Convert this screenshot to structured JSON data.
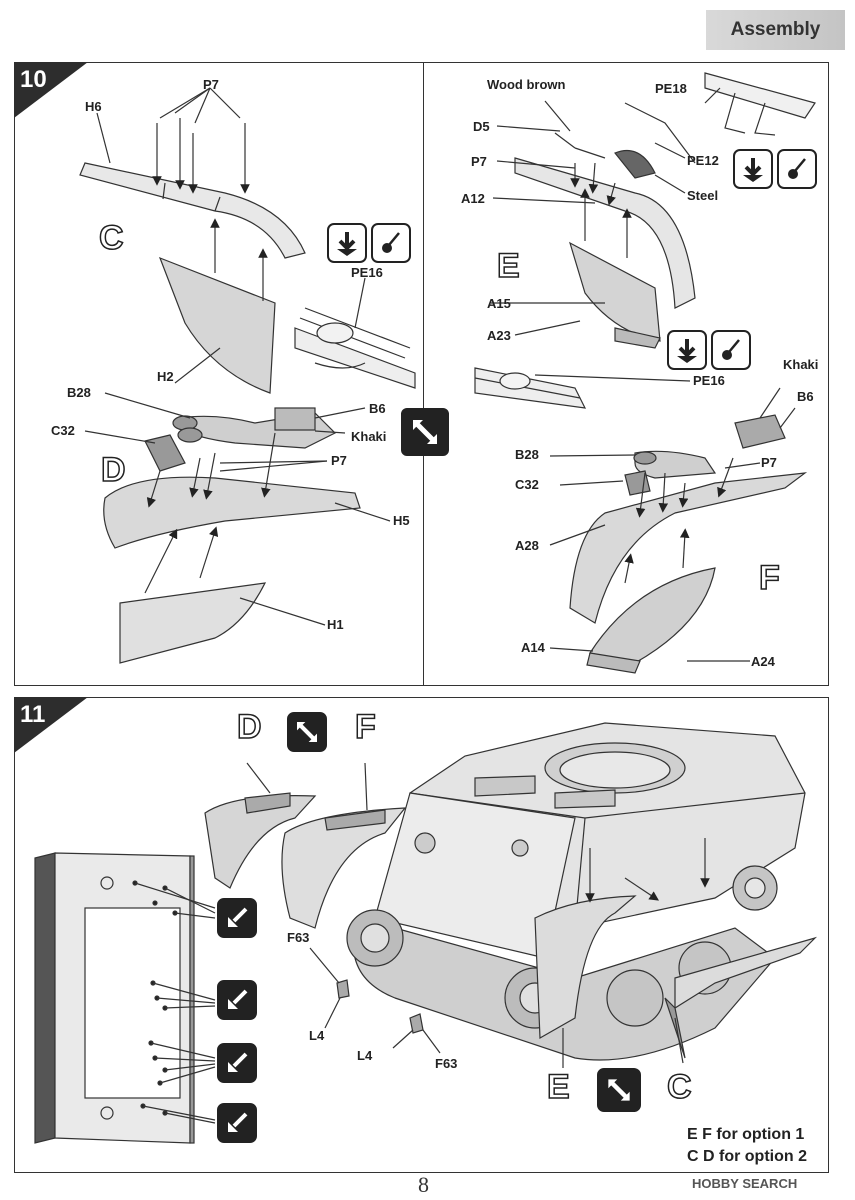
{
  "header": {
    "title": "Assembly"
  },
  "step10": {
    "number": "10",
    "left": {
      "labels": {
        "p7_top": "P7",
        "h6": "H6",
        "c": "C",
        "pe16": "PE16",
        "h2": "H2",
        "b28": "B28",
        "b6": "B6",
        "khaki": "Khaki",
        "c32": "C32",
        "d": "D",
        "p7_bottom": "P7",
        "h5": "H5",
        "h1": "H1"
      }
    },
    "right": {
      "labels": {
        "wood_brown": "Wood brown",
        "pe18": "PE18",
        "d5": "D5",
        "pe12": "PE12",
        "p7_top": "P7",
        "steel": "Steel",
        "a12": "A12",
        "e": "E",
        "a15": "A15",
        "a23": "A23",
        "pe16": "PE16",
        "khaki": "Khaki",
        "b6": "B6",
        "b28": "B28",
        "p7_bottom": "P7",
        "c32": "C32",
        "a28": "A28",
        "f": "F",
        "a14": "A14",
        "a24": "A24"
      }
    }
  },
  "step11": {
    "number": "11",
    "labels": {
      "d": "D",
      "f": "F",
      "f63_left": "F63",
      "l4_left": "L4",
      "l4_right": "L4",
      "f63_right": "F63",
      "e": "E",
      "c": "C"
    },
    "notes": [
      "E F for option 1",
      "C D for option 2"
    ]
  },
  "footer": {
    "page_number": "8",
    "watermark": "HOBBY SEARCH"
  }
}
